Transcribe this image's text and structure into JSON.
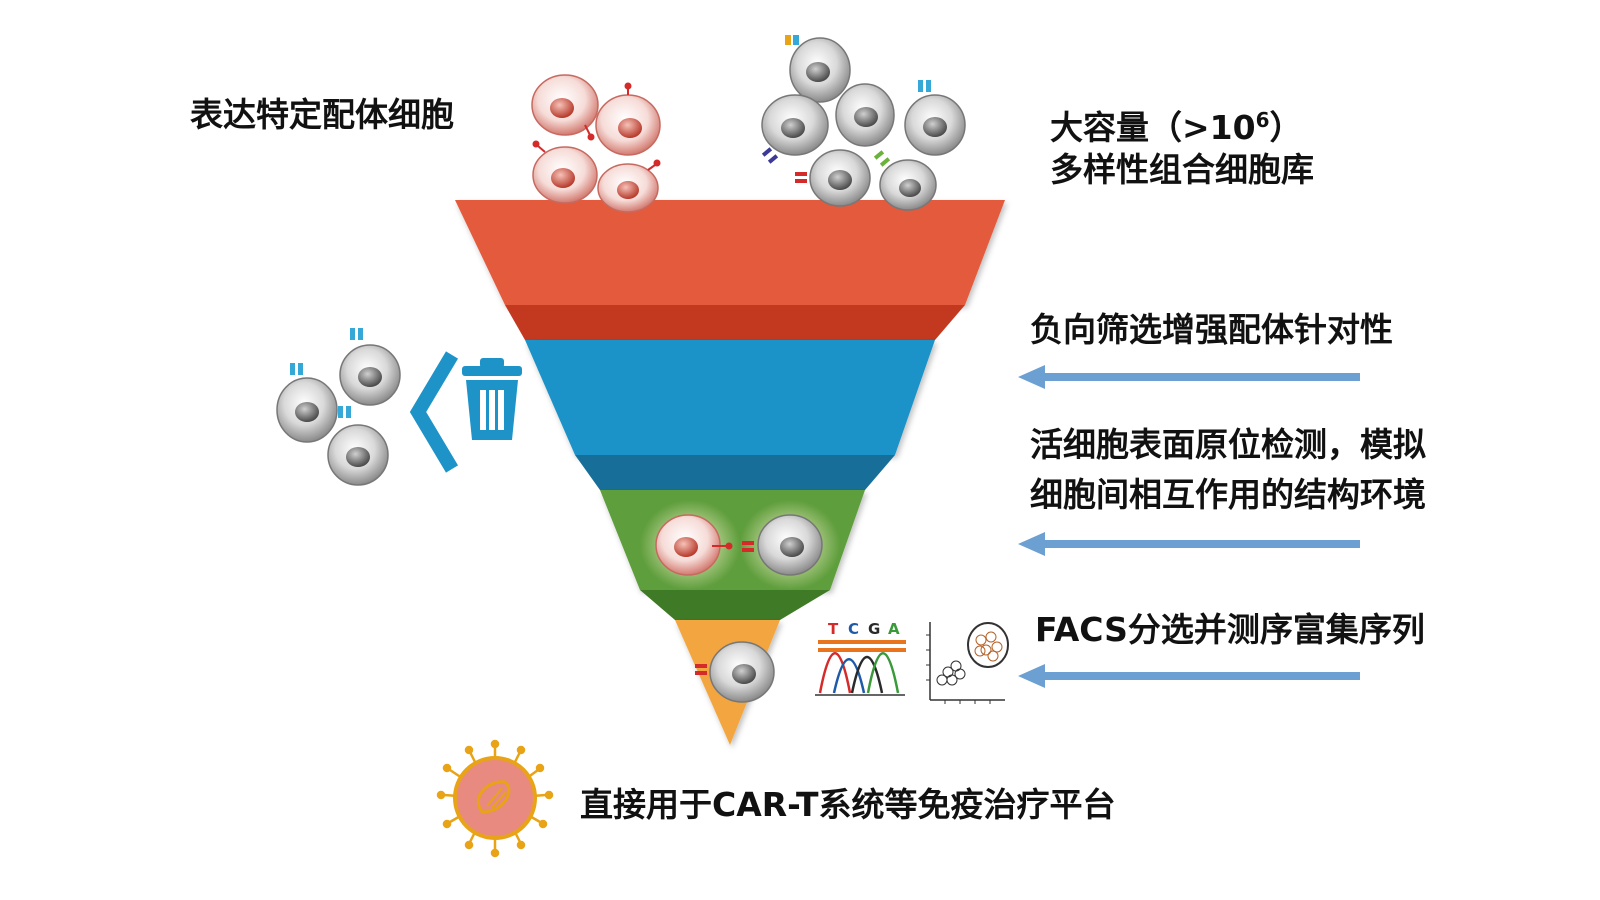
{
  "labels": {
    "ligand_cells": "表达特定配体细胞",
    "library_line1_prefix": "大容量（>10",
    "library_line1_exp": "6",
    "library_line1_suffix": "）",
    "library_line2": "多样性组合细胞库",
    "negative_selection": "负向筛选增强配体针对性",
    "live_cell_line1": "活细胞表面原位检测，模拟",
    "live_cell_line2": "细胞间相互作用的结构环境",
    "facs": "FACS分选并测序富集序列",
    "application": "直接用于CAR-T系统等免疫治疗平台",
    "seq_t": "T",
    "seq_c": "C",
    "seq_g": "G",
    "seq_a": "A"
  },
  "icons": {
    "trash": "trash-icon",
    "discard_arrow": "chevron-left-icon",
    "sequencing": "chromatogram-icon",
    "scatter": "scatter-plot-icon",
    "cart_cell": "car-t-cell-icon"
  },
  "colors": {
    "funnel_red": "#e45a3c",
    "funnel_blue": "#1e93c8",
    "funnel_green": "#5e9e3c",
    "funnel_orange": "#f3a640",
    "arrow_blue": "#6c9fd2",
    "receptor_blue": "#35a8d8",
    "ligand_red": "#d42a2a"
  }
}
